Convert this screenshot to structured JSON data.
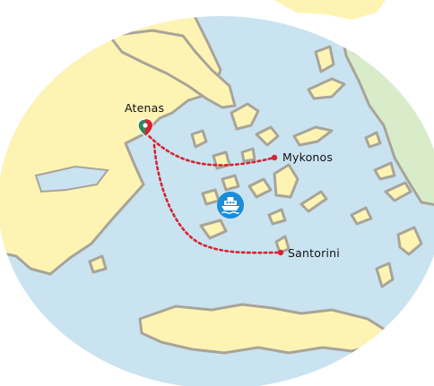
{
  "colors": {
    "sea": "#c9e3f0",
    "land": "#fdf4b4",
    "land_green": "#d8ecca",
    "coast": "#a8a498",
    "route": "#d42433",
    "ship_badge": "#1a8dd8",
    "origin_pin": "#2a8a5a"
  },
  "places": {
    "origin": {
      "label": "Atenas",
      "icon": "map-pin-icon"
    },
    "dest1": {
      "label": "Mykonos",
      "icon": "destination-dot-icon"
    },
    "dest2": {
      "label": "Santorini",
      "icon": "destination-dot-icon"
    }
  },
  "transport": {
    "icon": "ferry-ship-icon"
  }
}
